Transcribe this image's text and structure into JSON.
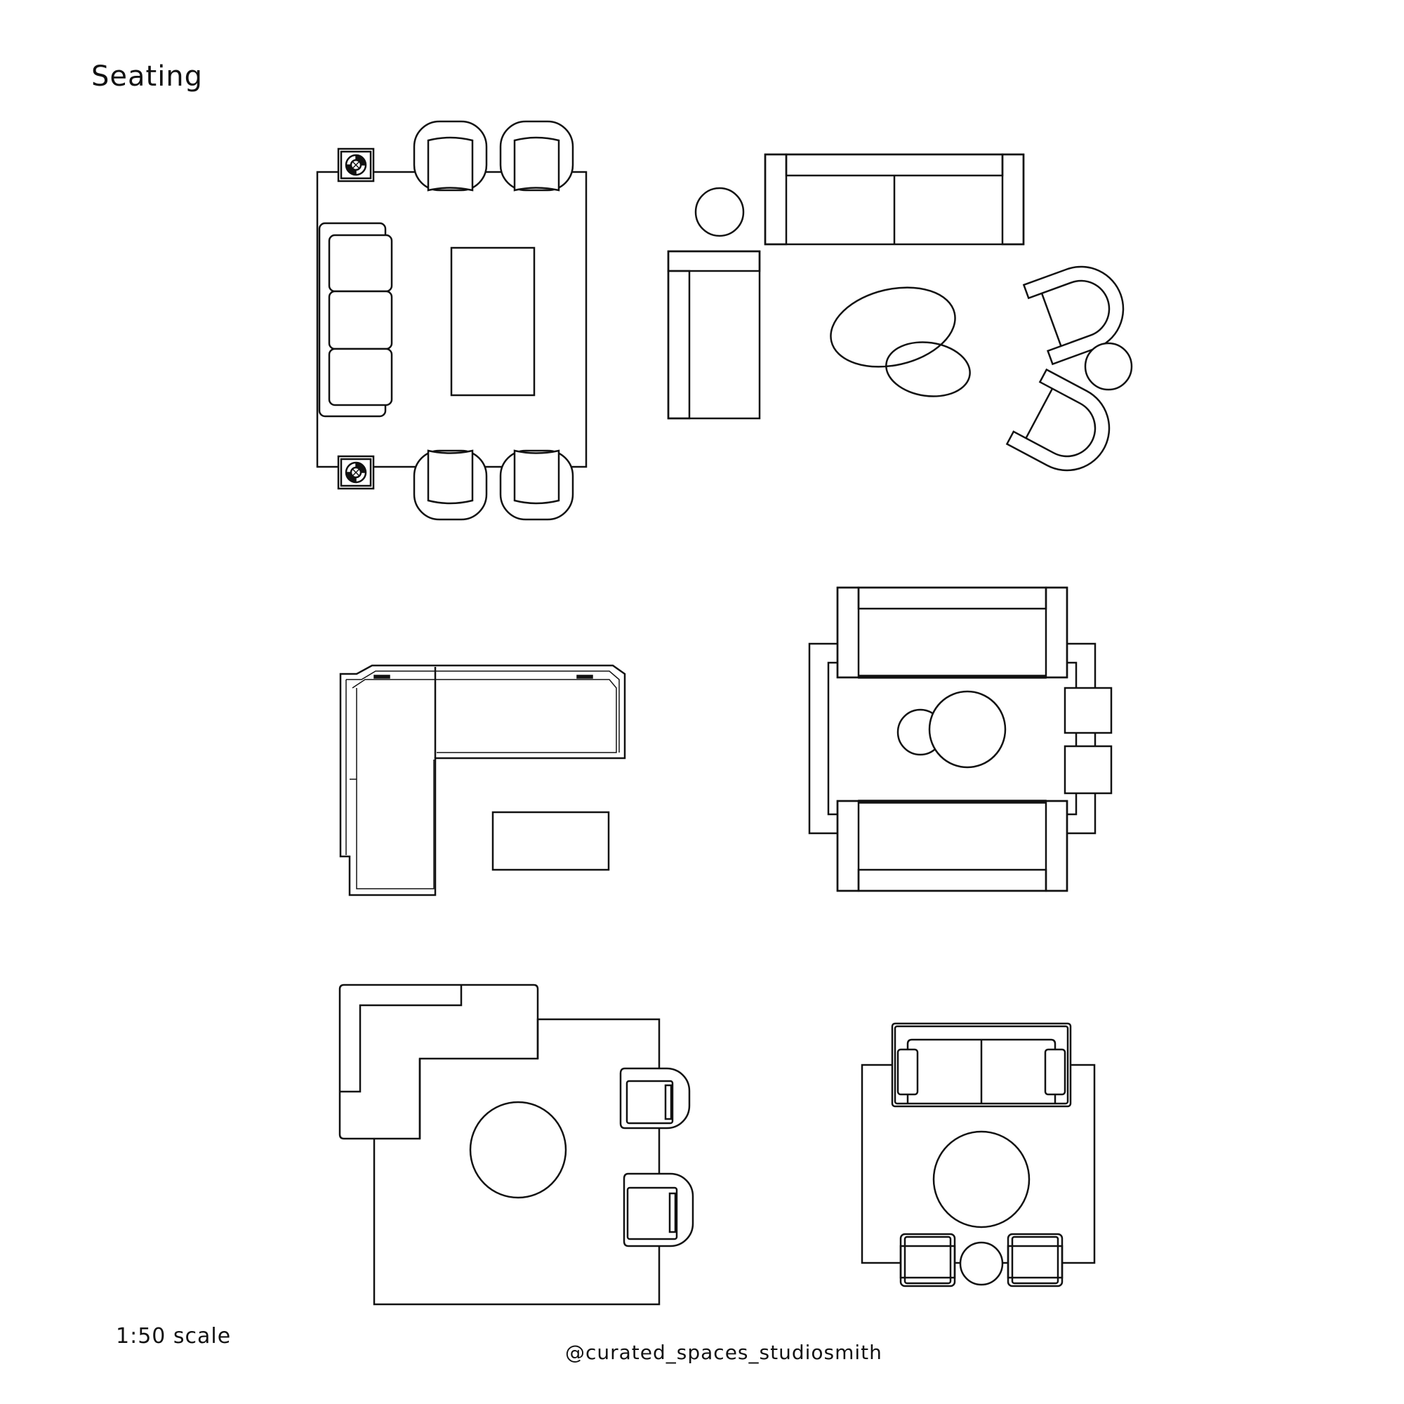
{
  "sheet": {
    "title": "Seating",
    "scale_note": "1:50 scale",
    "credit": "@curated_spaces_studiosmith"
  },
  "layouts": [
    {
      "name": "Sofa with four armchairs, lamps and rectangular coffee table"
    },
    {
      "name": "Sofa, chaise, pair of armchairs, side tables and overlapping oval tables"
    },
    {
      "name": "L-shaped sectional with rectangular coffee table"
    },
    {
      "name": "Facing sofas on rug with round tables and side tables"
    },
    {
      "name": "Sectional with pair of armchairs and round coffee table"
    },
    {
      "name": "Loveseat with pair of armchairs and round tables"
    }
  ]
}
